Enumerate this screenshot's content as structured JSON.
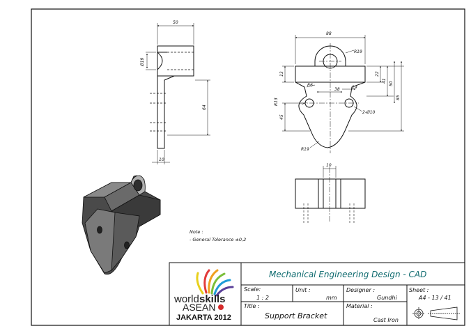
{
  "drawing": {
    "side_view": {
      "dims": {
        "width": "50",
        "diameter": "Ø19",
        "height": "64",
        "thickness": "10"
      }
    },
    "front_view": {
      "dims": {
        "overall": "88",
        "r_top": "R19",
        "d13": "13",
        "d22": "22",
        "d41": "41",
        "d50": "50",
        "d85": "85",
        "r6": "R6",
        "d38": "38",
        "d19": "19",
        "r13": "R13",
        "d45": "45",
        "holes": "2-Ø10",
        "r_bottom": "R19"
      }
    },
    "top_view": {
      "dims": {
        "slot": "10"
      }
    },
    "notes": {
      "heading": "Note :",
      "tolerance": "- General Tolerance ±0,2"
    }
  },
  "title_block": {
    "logo": {
      "world": "world",
      "skills": "skills",
      "asean": "ASEAN",
      "event": "JAKARTA 2012"
    },
    "heading": "Mechanical Engineering Design - CAD",
    "scale_label": "Scale:",
    "scale_value": "1 : 2",
    "unit_label": "Unit :",
    "unit_value": "mm",
    "designer_label": "Designer :",
    "designer_value": "Gundhi",
    "sheet_label": "Sheet :",
    "sheet_value": "A4 - 13 / 41",
    "title_label": "Title :",
    "title_value": "Support Bracket",
    "material_label": "Material :",
    "material_value": "Cast Iron"
  }
}
